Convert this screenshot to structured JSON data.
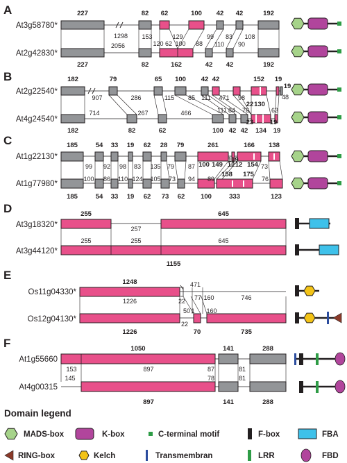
{
  "colors": {
    "exon_gray": "#939598",
    "exon_pink": "#e8508a",
    "mads": "#a6d38a",
    "kbox": "#b1459c",
    "cterm": "#2e9c46",
    "fbox": "#231f20",
    "fba": "#3ec1ea",
    "ring": "#8b3a2a",
    "kelch": "#f3c316",
    "transmembrane": "#2b4c9e",
    "lrr": "#2e9c46",
    "fbd": "#b1459c"
  },
  "panels": [
    {
      "letter": "A",
      "genes": [
        "At3g58780*",
        "At2g42830*"
      ],
      "top_labels": [
        "227",
        "82",
        "62",
        "100",
        "42",
        "42",
        "192"
      ],
      "bottom_labels": [
        "227",
        "82",
        "162",
        "42",
        "42",
        "192"
      ],
      "intron_labels": [
        "1298",
        "153",
        "129",
        "99",
        "83",
        "108",
        "2056",
        "120",
        "62",
        "100",
        "88",
        "110",
        "90"
      ]
    },
    {
      "letter": "B",
      "genes": [
        "At2g22540*",
        "At4g24540*"
      ],
      "top_labels": [
        "182",
        "79",
        "65",
        "100",
        "42",
        "42",
        "152",
        "19"
      ],
      "bottom_labels": [
        "182",
        "82",
        "62",
        "100",
        "42",
        "42",
        "134",
        "19"
      ],
      "intron_labels": [
        "907",
        "286",
        "115",
        "85",
        "111",
        "471",
        "98",
        "22",
        "130",
        "19",
        "48",
        "714",
        "267",
        "466",
        "111",
        "84",
        "76",
        "23",
        "63",
        "19"
      ]
    },
    {
      "letter": "C",
      "genes": [
        "At1g22130*",
        "At1g77980*"
      ],
      "top_labels": [
        "185",
        "54",
        "33",
        "19",
        "62",
        "28",
        "79",
        "261",
        "166",
        "138"
      ],
      "bottom_labels": [
        "185",
        "54",
        "33",
        "19",
        "62",
        "73",
        "62",
        "100",
        "333",
        "123"
      ],
      "intron_labels": [
        "99",
        "92",
        "98",
        "83",
        "135",
        "79",
        "87",
        "100",
        "149",
        "12",
        "12",
        "154",
        "119",
        "73",
        "100",
        "86",
        "110",
        "124",
        "105",
        "73",
        "94",
        "89",
        "158",
        "175",
        "76"
      ]
    },
    {
      "letter": "D",
      "genes": [
        "At3g18320*",
        "At3g44120*"
      ],
      "top_labels": [
        "255",
        "645"
      ],
      "bottom_labels": [
        "1155"
      ],
      "intron_labels": [
        "257",
        "255",
        "255",
        "645"
      ]
    },
    {
      "letter": "E",
      "genes": [
        "Os11g04330*",
        "Os12g04130*"
      ],
      "top_labels": [
        "1248"
      ],
      "bottom_labels": [
        "1226",
        "70",
        "735"
      ],
      "intron_labels": [
        "1226",
        "471",
        "22",
        "77",
        "160",
        "746",
        "50",
        "1",
        "22",
        "160"
      ]
    },
    {
      "letter": "F",
      "genes": [
        "At1g55660",
        "At4g00315"
      ],
      "top_labels": [
        "1050",
        "141",
        "288"
      ],
      "bottom_labels": [
        "897",
        "141",
        "288"
      ],
      "intron_labels": [
        "153",
        "897",
        "87",
        "81",
        "145",
        "78",
        "81"
      ]
    }
  ],
  "legend": {
    "title": "Domain legend",
    "items": [
      "MADS-box",
      "K-box",
      "C-terminal motif",
      "F-box",
      "FBA",
      "RING-box",
      "Kelch",
      "Transmembran",
      "LRR",
      "FBD"
    ]
  }
}
